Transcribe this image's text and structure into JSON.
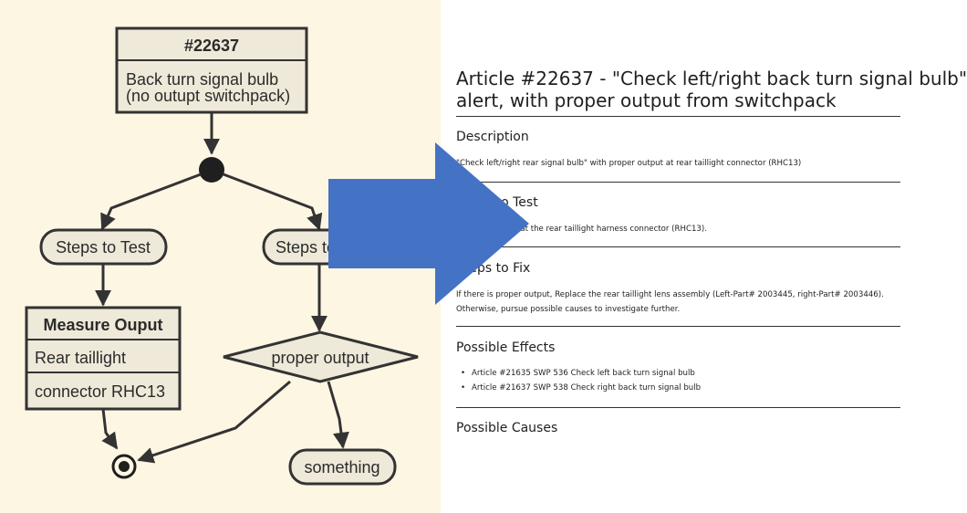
{
  "diagram": {
    "header": {
      "id": "#22637",
      "line1": "Back turn signal bulb",
      "line2": "(no outupt switchpack)"
    },
    "left_branch": "Steps to Test",
    "right_branch": "Steps to Fix",
    "measure": {
      "title": "Measure Ouput",
      "row1": "Rear taillight",
      "row2": "connector RHC13"
    },
    "decision": "proper output",
    "terminal": "something",
    "colors": {
      "background": "#fdf6e3",
      "node_fill": "#efe9d9",
      "stroke": "#333333",
      "overlay_arrow": "#4472c4"
    }
  },
  "article": {
    "title_line1": "Article #22637 - \"Check left/right back turn signal bulb\"",
    "title_line2": "alert, with proper output from switchpack",
    "sections": {
      "description": {
        "heading": "Description",
        "text": "\"Check left/right rear signal bulb\" with proper output at rear taillight connector (RHC13)"
      },
      "test": {
        "heading": "Steps to Test",
        "text": "Measure output at the rear taillight harness connector (RHC13)."
      },
      "fix": {
        "heading": "Steps to Fix",
        "text1": "If there is proper output, Replace the rear taillight lens assembly (Left-Part# 2003445, right-Part# 2003446).",
        "text2": "Otherwise, pursue possible causes to investigate further."
      },
      "effects": {
        "heading": "Possible Effects",
        "items": [
          "Article #21635 SWP 536 Check left back turn signal bulb",
          "Article #21637 SWP 538 Check right back turn signal bulb"
        ]
      },
      "causes": {
        "heading": "Possible Causes"
      }
    }
  }
}
